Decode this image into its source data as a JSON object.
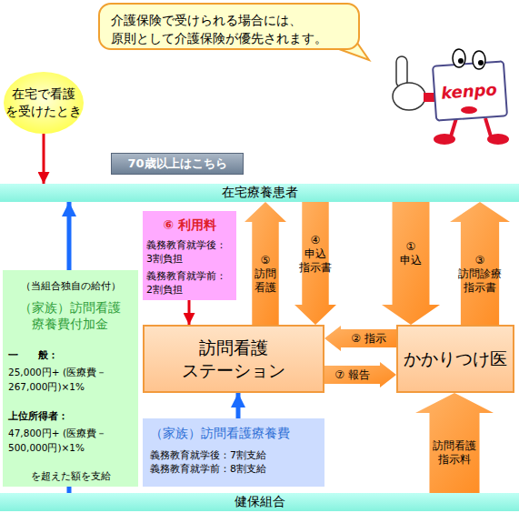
{
  "diagram": {
    "nodes": [
      {
        "text": [
          "介護保険で受けられる場合には、 原則として介護保険が優先されます。"
        ]
      },
      {
        "text": [
          "在宅で看護 を受けたとき"
        ]
      },
      {
        "text": [
          "70歳以上はこちら"
        ]
      },
      {
        "text": [
          "在宅療養患者"
        ]
      },
      {
        "text": [
          "（当組合独自の給付）",
          "（家族）訪問看護療養費付加金",
          "一　　般：",
          "25,000円+ (医療費－267,000円)×1%",
          "上位所得者：",
          "47,800円+ (医療費－500,000円)×1%",
          "を超えた額を支給"
        ]
      },
      {
        "text": [
          "⑥ 利用料",
          "義務教育就学後： 3割負担",
          "義務教育就学前： 2割負担"
        ]
      },
      {
        "text": [
          "訪問看護 ステーション"
        ]
      },
      {
        "text": [
          "かかりつけ医"
        ]
      },
      {
        "text": [
          "（家族）訪問看護療養費",
          "義務教育就学後：7割支給",
          "義務教育就学前：8割支給"
        ]
      },
      {
        "text": [
          "健保組合"
        ]
      }
    ],
    "edges": [
      {
        "from": 1,
        "to": 3,
        "arrow": "to"
      },
      {
        "from": 3,
        "to": 7,
        "label": "① 申込",
        "arrow": "to"
      },
      {
        "from": 7,
        "to": 6,
        "label": "② 指示",
        "arrow": "to"
      },
      {
        "from": 7,
        "to": 3,
        "label": "③ 訪問診療 指示書",
        "arrow": "to"
      },
      {
        "from": 3,
        "to": 6,
        "label": "④ 申込 指示書",
        "arrow": "to"
      },
      {
        "from": 6,
        "to": 3,
        "label": "⑤ 訪問看護",
        "arrow": "to"
      },
      {
        "from": 5,
        "to": 6,
        "arrow": "to"
      },
      {
        "from": 6,
        "to": 7,
        "label": "⑦ 報告",
        "arrow": "to"
      },
      {
        "from": 8,
        "to": 6,
        "arrow": "to"
      },
      {
        "from": 9,
        "to": 7,
        "label": "訪問看護指示料",
        "arrow": "to"
      },
      {
        "from": 9,
        "to": 3,
        "arrow": "to"
      }
    ],
    "labels": [
      "kenpo"
    ]
  }
}
